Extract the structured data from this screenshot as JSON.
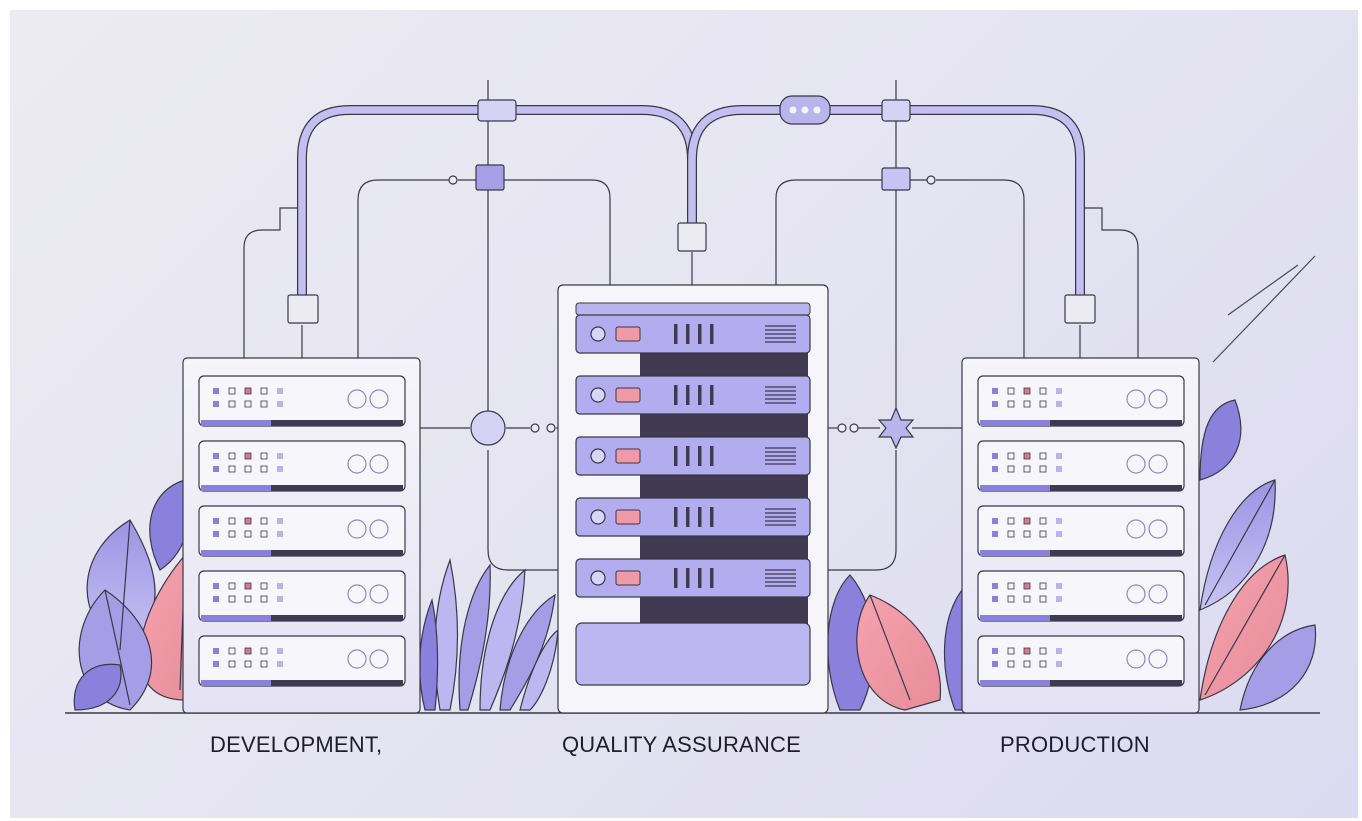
{
  "labels": {
    "development": "DEVELOPMENT,",
    "quality_assurance": "QUALITY ASSURANCE",
    "production": "PRODUCTION"
  },
  "colors": {
    "background": "#e8e7f2",
    "line": "#3a3848",
    "lavender": "#b9b4ec",
    "lavender_light": "#d9d6f4",
    "purple": "#8b80dc",
    "rack_face": "#f4f3f8",
    "dark_band": "#3f3a52",
    "pink": "#ef9aa6"
  },
  "icons": [
    "server-rack-icon",
    "leaf-icon",
    "cable-connector-icon",
    "hub-circle-icon",
    "hub-star-icon"
  ]
}
